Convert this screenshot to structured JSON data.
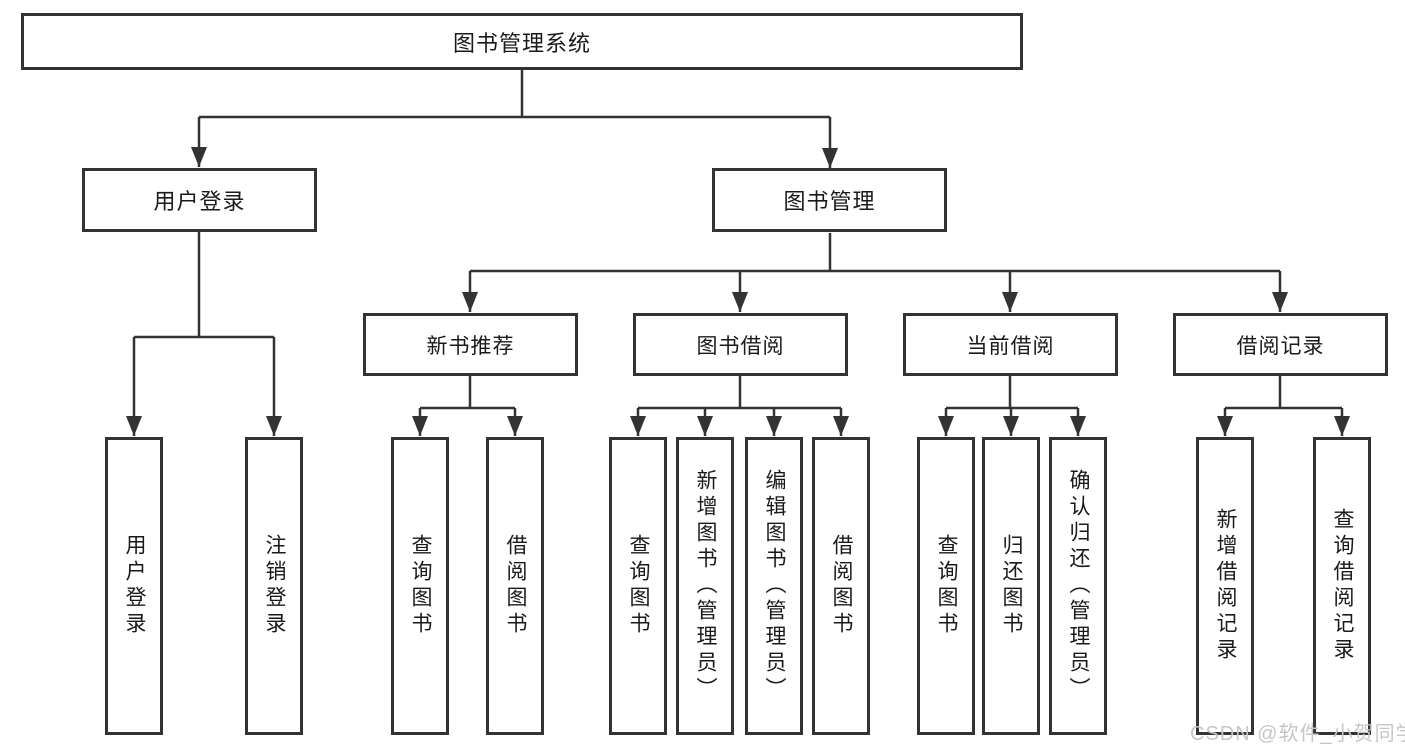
{
  "diagram": {
    "root": "图书管理系统",
    "level2": [
      {
        "label": "用户登录"
      },
      {
        "label": "图书管理"
      }
    ],
    "level3": [
      {
        "label": "新书推荐"
      },
      {
        "label": "图书借阅"
      },
      {
        "label": "当前借阅"
      },
      {
        "label": "借阅记录"
      }
    ],
    "leaves": {
      "user_login": [
        "用户登录",
        "注销登录"
      ],
      "new_book": [
        "查询图书",
        "借阅图书"
      ],
      "book_borrow": [
        "查询图书",
        "新增图书（管理员）",
        "编辑图书（管理员）",
        "借阅图书"
      ],
      "current_borrow": [
        "查询图书",
        "归还图书",
        "确认归还（管理员）"
      ],
      "borrow_record": [
        "新增借阅记录",
        "查询借阅记录"
      ]
    },
    "watermark": "CSDN @软件_小贺同学",
    "colors": {
      "line": "#333333",
      "box_border": "#333333",
      "text": "#1a1a1a",
      "watermark": "#c6c6c6",
      "background": "#ffffff"
    }
  }
}
